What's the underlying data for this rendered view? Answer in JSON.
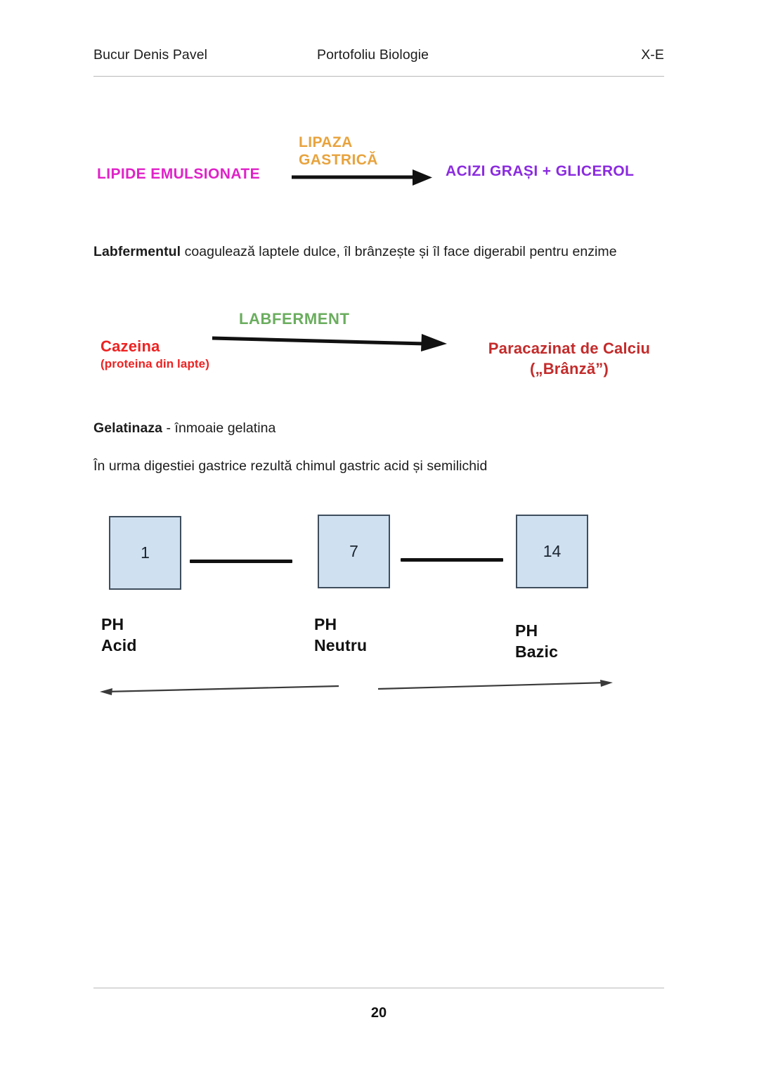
{
  "header": {
    "student_name": "Bucur Denis Pavel",
    "document_title": "Portofoliu Biologie",
    "class_code": "X-E"
  },
  "reaction_lipase": {
    "substrate": "LIPIDE EMULSIONATE",
    "enzyme_line1": "LIPAZA",
    "enzyme_line2": "GASTRICĂ",
    "product": "ACIZI GRAȘI + GLICEROL",
    "substrate_color": "#e022c8",
    "enzyme_color": "#e8a33d",
    "product_color": "#8b2be0",
    "arrow": "right-arrow"
  },
  "paragraph_labferment": {
    "bold_term": "Labfermentul",
    "rest": " coagulează laptele dulce, îl brânzește și îl face digerabil pentru enzime"
  },
  "reaction_labferment": {
    "enzyme": "LABFERMENT",
    "substrate_main": "Cazeina",
    "substrate_note": "(proteina din lapte)",
    "product_line1": "Paracazinat de Calciu",
    "product_line2": "(„Brânză”)",
    "substrate_color": "#ee2222",
    "enzyme_color": "#6aad5e",
    "product_color": "#c42b2b",
    "arrow": "right-arrow"
  },
  "paragraph_gelatinaza": {
    "bold_term": "Gelatinaza",
    "rest": " - înmoaie gelatina"
  },
  "paragraph_chim": {
    "text": "În urma digestiei gastrice rezultă chimul gastric acid și semilichid"
  },
  "ph_scale": {
    "box_fill": "#cfe0f0",
    "box_border": "#3f4e5e",
    "points": [
      {
        "value": "1",
        "label_line1": "PH",
        "label_line2": "Acid"
      },
      {
        "value": "7",
        "label_line1": "PH",
        "label_line2": "Neutru"
      },
      {
        "value": "14",
        "label_line1": "PH",
        "label_line2": "Bazic"
      }
    ],
    "left_arrow_direction": "left",
    "right_arrow_direction": "right"
  },
  "footer": {
    "page_number": "20"
  }
}
